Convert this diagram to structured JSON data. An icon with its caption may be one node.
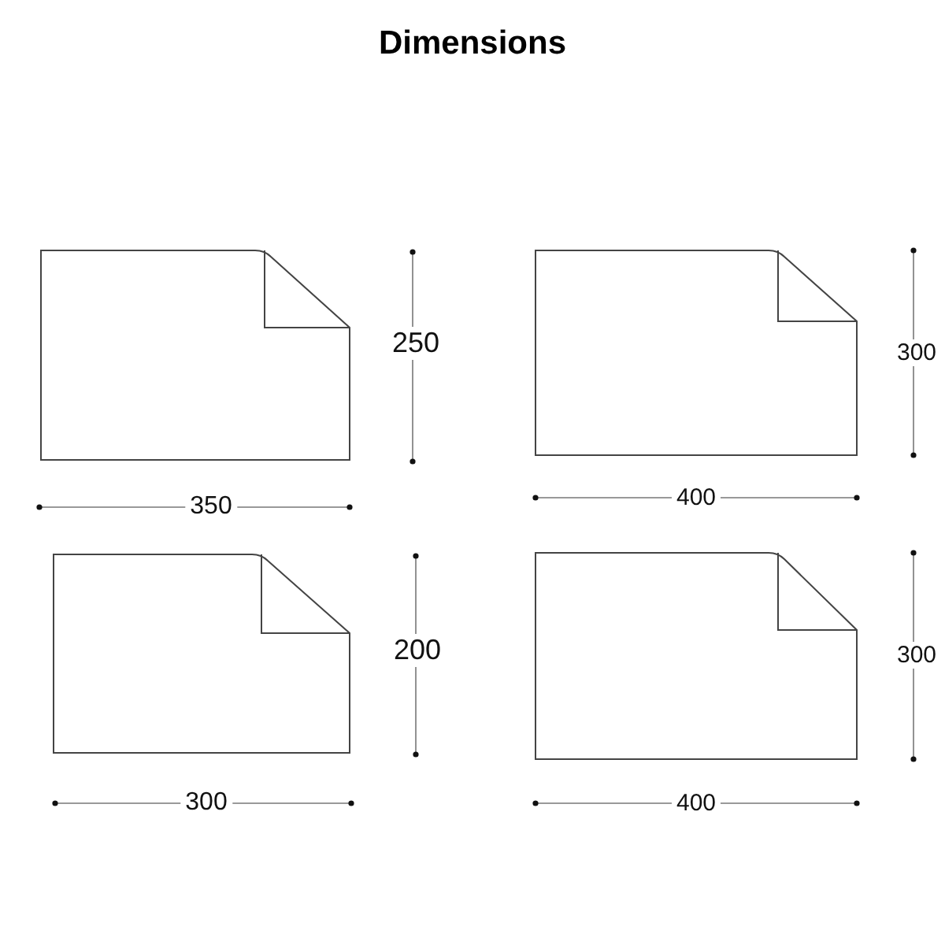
{
  "diagram": {
    "title": "Dimensions",
    "labels": [
      "250",
      "300",
      "350",
      "400",
      "200",
      "300",
      "300",
      "400"
    ]
  }
}
